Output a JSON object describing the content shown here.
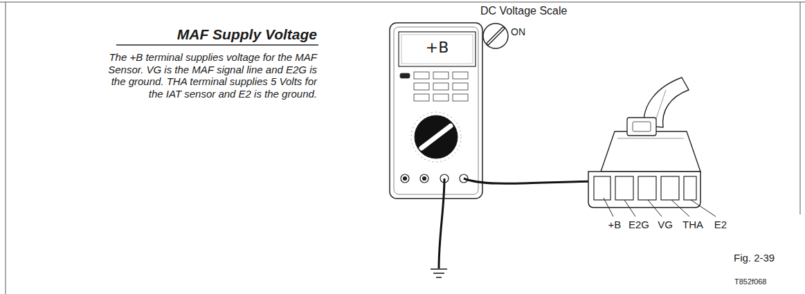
{
  "diagram": {
    "title": "MAF Supply Voltage",
    "caption": "Fig. 2-39",
    "labels": [
      "The +B terminal supplies voltage for the MAF Sensor.  VG is the MAF signal line and E2G is the ground. THA terminal supplies 5 Volts for the IAT sensor and E2 is the ground.",
      "+B",
      "DC Voltage Scale",
      "ON",
      "+B",
      "E2G",
      "VG",
      "THA",
      "E2",
      "T852f068"
    ]
  }
}
